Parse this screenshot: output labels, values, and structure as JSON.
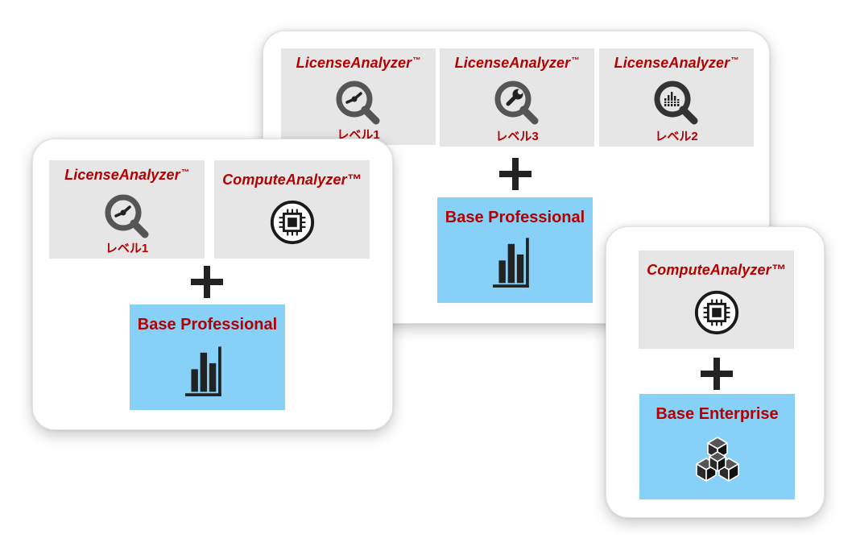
{
  "back_bundle": {
    "tiles": [
      {
        "name": "LicenseAnalyzer",
        "tm": "™",
        "icon": "magnifier-clock-icon",
        "level": "レベル1"
      },
      {
        "name": "LicenseAnalyzer",
        "tm": "™",
        "icon": "magnifier-wrench-icon",
        "level": "レベル3"
      },
      {
        "name": "LicenseAnalyzer",
        "tm": "™",
        "icon": "magnifier-bars-icon",
        "level": "レベル2"
      }
    ],
    "plus": "+",
    "base": {
      "name": "Base Professional",
      "icon": "bar-chart-icon"
    }
  },
  "left_bundle": {
    "tiles": [
      {
        "name": "LicenseAnalyzer",
        "tm": "™",
        "icon": "magnifier-clock-icon",
        "level": "レベル1"
      },
      {
        "name": "ComputeAnalyzer",
        "tm": "™",
        "icon": "cpu-chip-icon"
      }
    ],
    "plus": "+",
    "base": {
      "name": "Base Professional",
      "icon": "bar-chart-icon"
    }
  },
  "right_bundle": {
    "tiles": [
      {
        "name": "ComputeAnalyzer",
        "tm": "™",
        "icon": "cpu-chip-icon"
      }
    ],
    "plus": "+",
    "base": {
      "name": "Base Enterprise",
      "icon": "stacked-cubes-icon"
    }
  },
  "colors": {
    "brand_red": "#b40000",
    "tile_gray": "#e6e6e6",
    "base_blue": "#87d1f8",
    "icon_dark": "#222222"
  }
}
